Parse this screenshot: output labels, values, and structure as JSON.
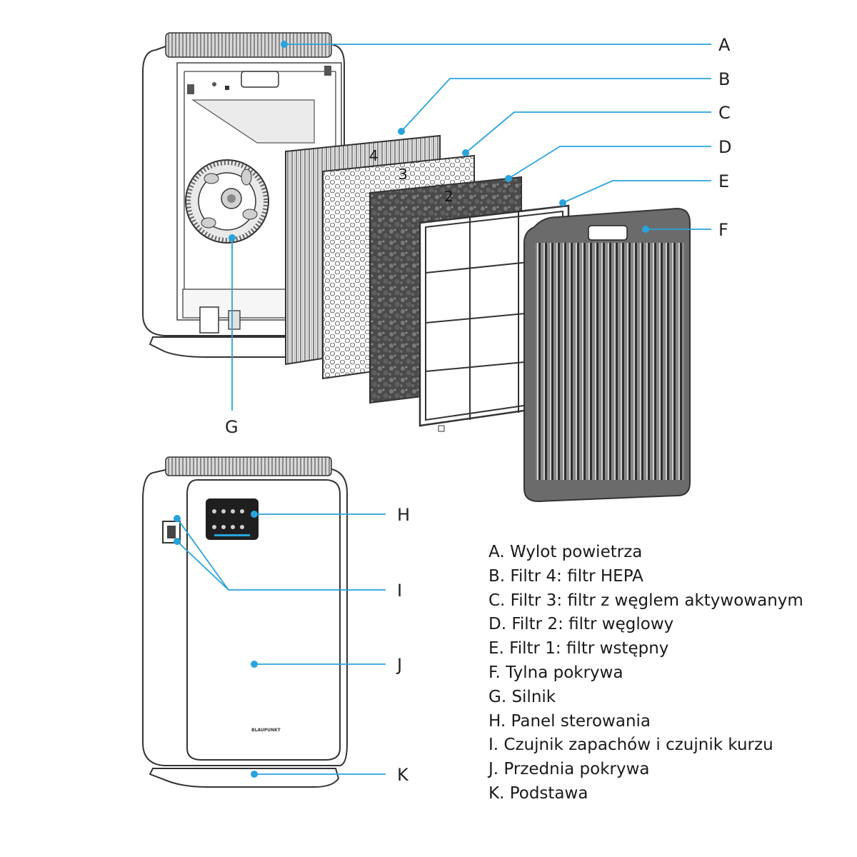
{
  "callouts": {
    "A": "A",
    "B": "B",
    "C": "C",
    "D": "D",
    "E": "E",
    "F": "F",
    "G": "G",
    "H": "H",
    "I": "I",
    "J": "J",
    "K": "K"
  },
  "filter_numbers": {
    "f4": "4",
    "f3": "3",
    "f2": "2"
  },
  "brand": "BLAUPUNKT",
  "legend": [
    "A. Wylot powietrza",
    "B. Filtr 4: filtr HEPA",
    "C. Filtr 3: filtr z węglem aktywowanym",
    "D. Filtr 2: filtr węglowy",
    "E. Filtr 1: filtr wstępny",
    "F. Tylna pokrywa",
    "G. Silnik",
    "H. Panel sterowania",
    "I. Czujnik zapachów i czujnik kurzu",
    "J. Przednia pokrywa",
    "K. Podstawa"
  ],
  "colors": {
    "leader": "#29a3dc",
    "outline": "#333333",
    "panel": "#1f1f1f"
  }
}
